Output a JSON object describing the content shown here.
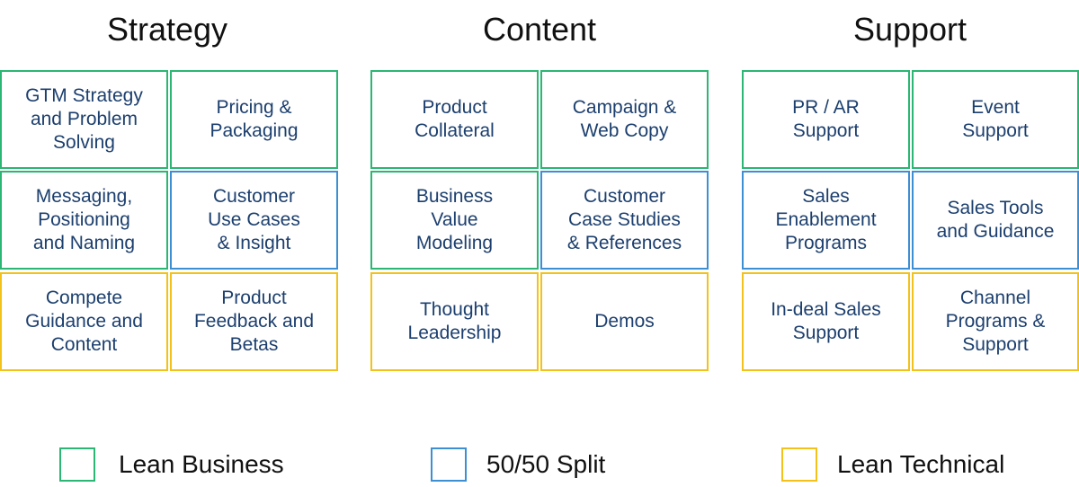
{
  "columns": [
    {
      "title": "Strategy",
      "cells": [
        {
          "label": "GTM Strategy\nand Problem\nSolving",
          "category": "lean_business"
        },
        {
          "label": "Pricing &\nPackaging",
          "category": "lean_business"
        },
        {
          "label": "Messaging,\nPositioning\nand Naming",
          "category": "lean_business"
        },
        {
          "label": "Customer\nUse Cases\n& Insight",
          "category": "split"
        },
        {
          "label": "Compete\nGuidance and\nContent",
          "category": "lean_technical"
        },
        {
          "label": "Product\nFeedback and\nBetas",
          "category": "lean_technical"
        }
      ]
    },
    {
      "title": "Content",
      "cells": [
        {
          "label": "Product\nCollateral",
          "category": "lean_business"
        },
        {
          "label": "Campaign &\nWeb Copy",
          "category": "lean_business"
        },
        {
          "label": "Business\nValue\nModeling",
          "category": "lean_business"
        },
        {
          "label": "Customer\nCase Studies\n& References",
          "category": "split"
        },
        {
          "label": "Thought\nLeadership",
          "category": "lean_technical"
        },
        {
          "label": "Demos",
          "category": "lean_technical"
        }
      ]
    },
    {
      "title": "Support",
      "cells": [
        {
          "label": "PR / AR\nSupport",
          "category": "lean_business"
        },
        {
          "label": "Event\nSupport",
          "category": "lean_business"
        },
        {
          "label": "Sales\nEnablement\nPrograms",
          "category": "split"
        },
        {
          "label": "Sales Tools\nand Guidance",
          "category": "split"
        },
        {
          "label": "In-deal Sales\nSupport",
          "category": "lean_technical"
        },
        {
          "label": "Channel\nPrograms &\nSupport",
          "category": "lean_technical"
        }
      ]
    }
  ],
  "legend": [
    {
      "label": "Lean Business",
      "category": "lean_business"
    },
    {
      "label": "50/50 Split",
      "category": "split"
    },
    {
      "label": "Lean Technical",
      "category": "lean_technical"
    }
  ],
  "colors": {
    "lean_business": "#2bb673",
    "split": "#3d8fd4",
    "lean_technical": "#f2c21b",
    "label_text": "#1c3f6e"
  }
}
